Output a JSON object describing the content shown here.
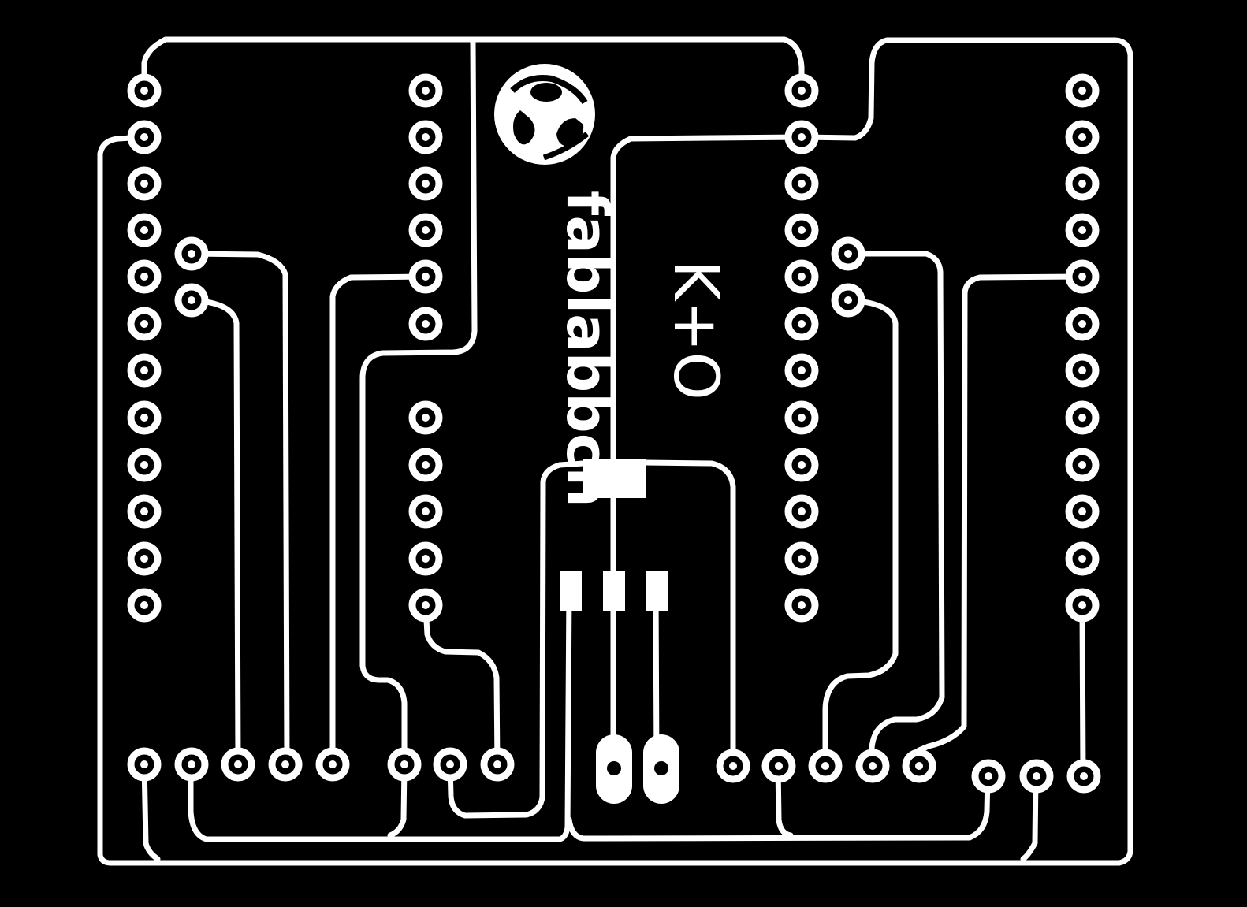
{
  "board": {
    "background": "#000000",
    "copper": "#ffffff",
    "logo_text": "fablabbcn",
    "label_text": "K+O",
    "headers": [
      "left-header-outer",
      "left-header-inner",
      "right-header-inner",
      "right-header-outer"
    ],
    "components": [
      "smd-regulator",
      "smd-pads",
      "oval-pads",
      "bottom-row-pads"
    ]
  }
}
